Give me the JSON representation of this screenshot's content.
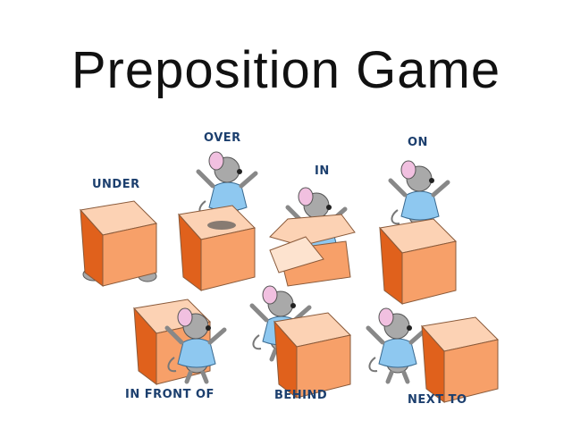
{
  "title": "Preposition Game",
  "colors": {
    "box_top": "#fcd2b4",
    "box_front": "#f7a069",
    "box_side": "#e0611c",
    "box_edge": "#8a5a3a",
    "mouse_body": "#a9a9a9",
    "mouse_dress": "#8ec8f0",
    "mouse_ear": "#f1c0e0",
    "label": "#1c3f6e"
  },
  "scenes": [
    {
      "id": "under",
      "label": "UNDER"
    },
    {
      "id": "over",
      "label": "OVER"
    },
    {
      "id": "in",
      "label": "IN"
    },
    {
      "id": "on",
      "label": "ON"
    },
    {
      "id": "in-front-of",
      "label": "IN FRONT OF"
    },
    {
      "id": "behind",
      "label": "BEHIND"
    },
    {
      "id": "next-to",
      "label": "NEXT TO"
    }
  ]
}
